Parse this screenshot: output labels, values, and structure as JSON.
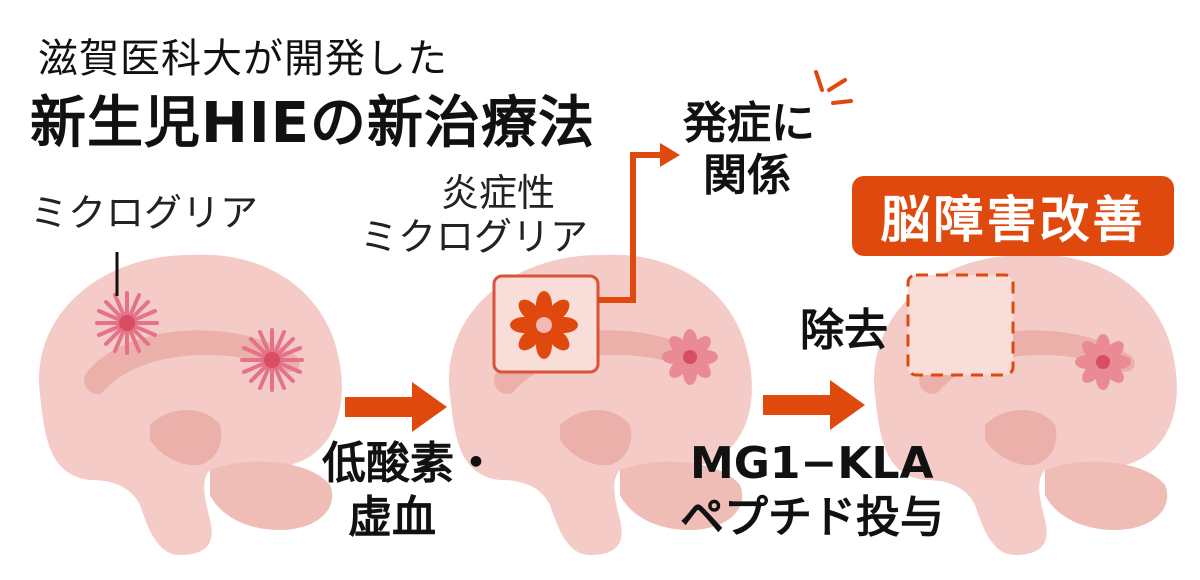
{
  "title": {
    "subtitle": "滋賀医科大が開発した",
    "main": "新生児HIEの新治療法"
  },
  "labels": {
    "microglia": "ミクログリア",
    "inflammatory_line1": "炎症性",
    "inflammatory_line2": "ミクログリア",
    "onset_line1": "発症に",
    "onset_line2": "関係",
    "improvement": "脳障害改善",
    "removal": "除去",
    "hypoxia_line1": "低酸素・",
    "hypoxia_line2": "虚血",
    "treatment_line1": "MG1−KLA",
    "treatment_line2": "ペプチド投与"
  },
  "colors": {
    "accent": "#e0490e",
    "brain": "#f3c7c2",
    "brain_inner": "#eab2ab",
    "microglia": "#e87f89"
  }
}
